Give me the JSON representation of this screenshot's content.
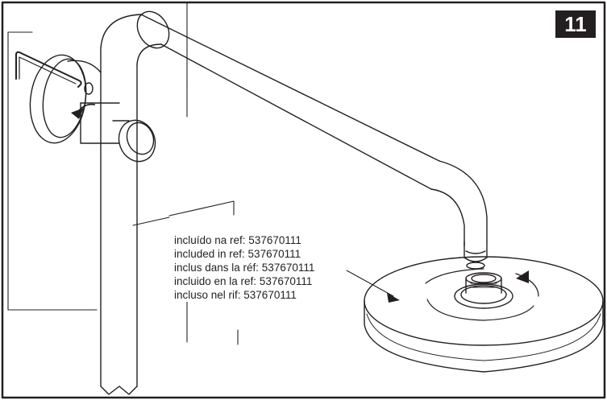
{
  "step": {
    "number": "11"
  },
  "callout": {
    "lines": [
      "incluído na ref: 537670111",
      "included in ref: 537670111",
      "inclus dans la réf: 537670111",
      "incluido en la ref: 537670111",
      "incluso nel rif: 537670111"
    ]
  }
}
